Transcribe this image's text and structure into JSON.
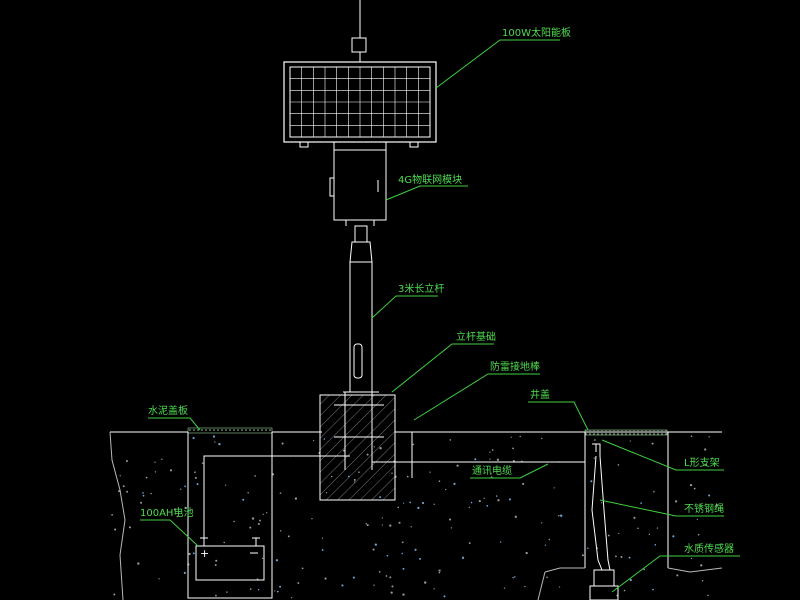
{
  "labels": {
    "solar_panel": "100W太阳能板",
    "iot_module": "4G物联网模块",
    "pole": "3米长立杆",
    "pole_foundation": "立杆基础",
    "lightning_rod": "防雷接地棒",
    "cement_cover": "水泥盖板",
    "well_cover": "井盖",
    "battery": "100AH电池",
    "comm_cable": "通讯电缆",
    "l_bracket": "L形支架",
    "steel_wire": "不锈钢绳",
    "water_sensor": "水质传感器"
  },
  "colors": {
    "background": "#000000",
    "label_text": "#4fdc4f",
    "leader_line": "#3fd03f",
    "structure": "#ffffff"
  }
}
